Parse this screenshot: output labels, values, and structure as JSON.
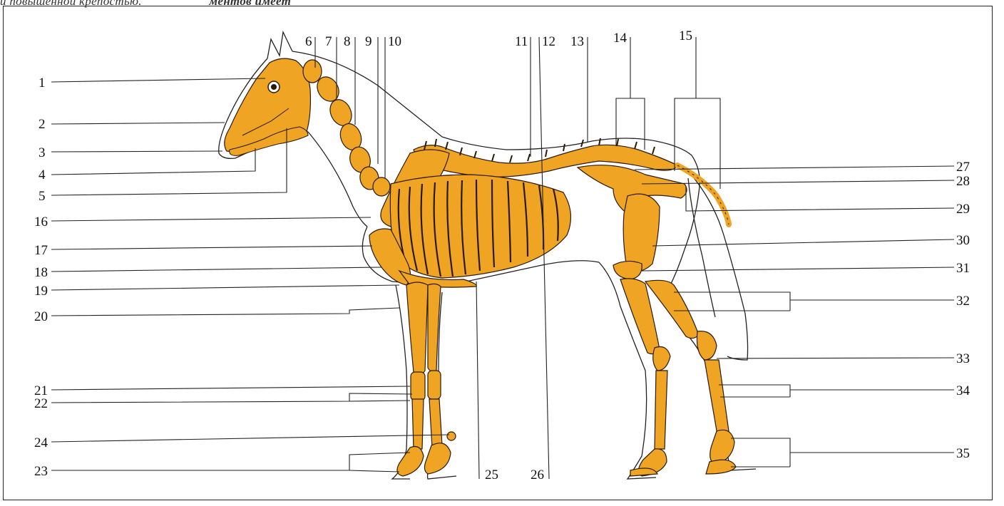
{
  "header_fragment": {
    "left": "и повышенной крепостью.",
    "right": "ментов имеет"
  },
  "colors": {
    "bone": "#f0a424",
    "outline": "#222222",
    "background": "#ffffff"
  },
  "labels": {
    "n1": "1",
    "n2": "2",
    "n3": "3",
    "n4": "4",
    "n5": "5",
    "n6": "6",
    "n7": "7",
    "n8": "8",
    "n9": "9",
    "n10": "10",
    "n11": "11",
    "n12": "12",
    "n13": "13",
    "n14": "14",
    "n15": "15",
    "n16": "16",
    "n17": "17",
    "n18": "18",
    "n19": "19",
    "n20": "20",
    "n21": "21",
    "n22": "22",
    "n23": "23",
    "n24": "24",
    "n25": "25",
    "n26": "26",
    "n27": "27",
    "n28": "28",
    "n29": "29",
    "n30": "30",
    "n31": "31",
    "n32": "32",
    "n33": "33",
    "n34": "34",
    "n35": "35"
  }
}
